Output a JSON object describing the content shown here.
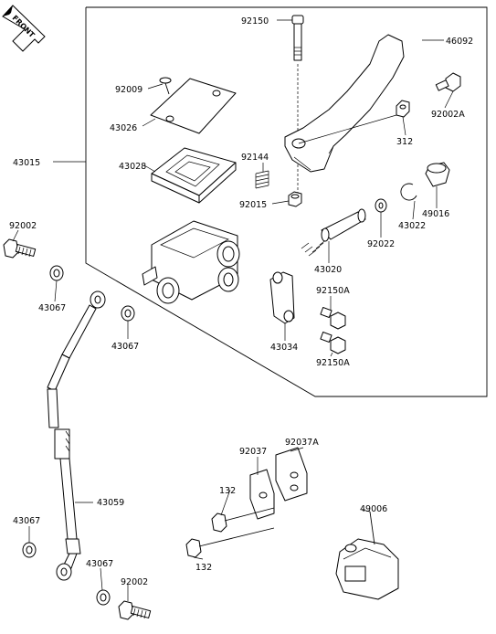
{
  "front_label": "FRONT",
  "parts": {
    "p92150_top": "92150",
    "p46092": "46092",
    "p92009": "92009",
    "p92002A": "92002A",
    "p43026": "43026",
    "p312": "312",
    "p43015": "43015",
    "p92144": "92144",
    "p43028": "43028",
    "p49016": "49016",
    "p92015": "92015",
    "p43022": "43022",
    "p92002_left": "92002",
    "p92022": "92022",
    "p43020": "43020",
    "p43067_a": "43067",
    "p92150A_a": "92150A",
    "p43067_b": "43067",
    "p43034": "43034",
    "p92150A_b": "92150A",
    "p92037": "92037",
    "p92037A": "92037A",
    "p132_a": "132",
    "p43059": "43059",
    "p49006": "49006",
    "p43067_c": "43067",
    "p132_b": "132",
    "p43067_d": "43067",
    "p92002_bottom": "92002"
  }
}
